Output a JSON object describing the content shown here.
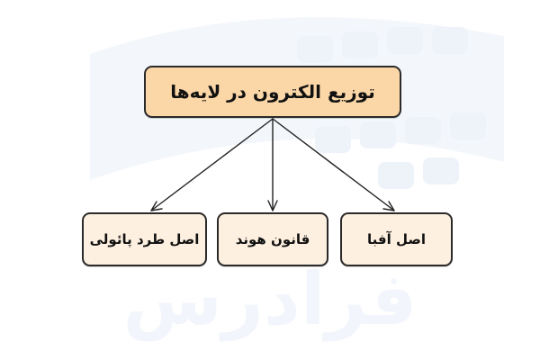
{
  "diagram": {
    "root": {
      "label": "توزیع الکترون در لایه‌ها",
      "color": "#fbd7a8"
    },
    "children": [
      {
        "label": "اصل طرد پائولی",
        "color": "#fdf0e0"
      },
      {
        "label": "قانون هوند",
        "color": "#fdf0e0"
      },
      {
        "label": "اصل آفبا",
        "color": "#fdf0e0"
      }
    ],
    "edges": [
      {
        "from": "root",
        "to": "اصل طرد پائولی"
      },
      {
        "from": "root",
        "to": "قانون هوند"
      },
      {
        "from": "root",
        "to": "اصل آفبا"
      }
    ]
  },
  "watermark": {
    "text": "فرادرس"
  }
}
